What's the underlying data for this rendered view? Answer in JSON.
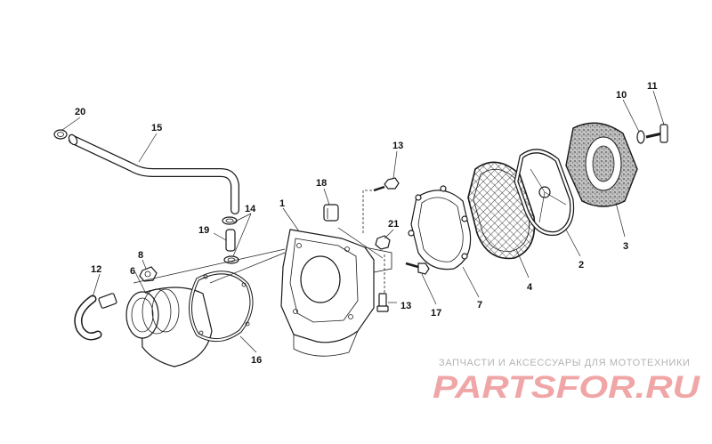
{
  "diagram": {
    "callouts": [
      {
        "id": "c1",
        "label": "1"
      },
      {
        "id": "c2",
        "label": "2"
      },
      {
        "id": "c3",
        "label": "3"
      },
      {
        "id": "c4",
        "label": "4"
      },
      {
        "id": "c6",
        "label": "6"
      },
      {
        "id": "c7",
        "label": "7"
      },
      {
        "id": "c8",
        "label": "8"
      },
      {
        "id": "c10",
        "label": "10"
      },
      {
        "id": "c11",
        "label": "11"
      },
      {
        "id": "c12",
        "label": "12"
      },
      {
        "id": "c13a",
        "label": "13"
      },
      {
        "id": "c13b",
        "label": "13"
      },
      {
        "id": "c14",
        "label": "14"
      },
      {
        "id": "c15",
        "label": "15"
      },
      {
        "id": "c16",
        "label": "16"
      },
      {
        "id": "c17",
        "label": "17"
      },
      {
        "id": "c18",
        "label": "18"
      },
      {
        "id": "c19",
        "label": "19"
      },
      {
        "id": "c20",
        "label": "20"
      },
      {
        "id": "c21",
        "label": "21"
      }
    ]
  },
  "watermark": {
    "caption": "ЗАПЧАСТИ И АКСЕССУАРЫ ДЛЯ МОТОТЕХНИКИ",
    "logo_text": "PARTSFOR.RU",
    "logo_color": "#f0a6a6",
    "caption_color": "#b3b3b3"
  }
}
